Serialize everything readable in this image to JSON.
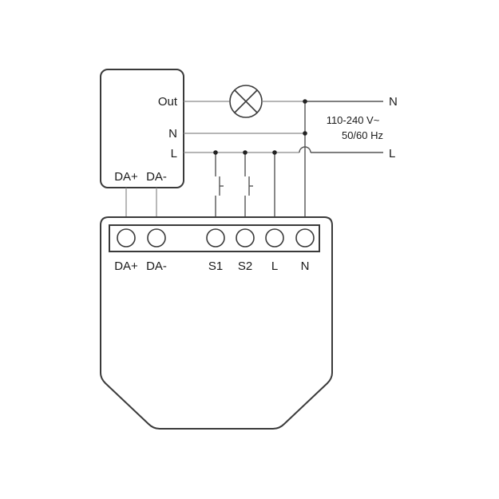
{
  "controller": {
    "out_label": "Out",
    "n_label": "N",
    "l_label": "L",
    "da_plus_label": "DA+",
    "da_minus_label": "DA-"
  },
  "supply": {
    "n_label": "N",
    "l_label": "L",
    "voltage": "110-240 V~",
    "frequency": "50/60 Hz"
  },
  "module": {
    "terminals": [
      "DA+",
      "DA-",
      "S1",
      "S2",
      "L",
      "N"
    ]
  }
}
